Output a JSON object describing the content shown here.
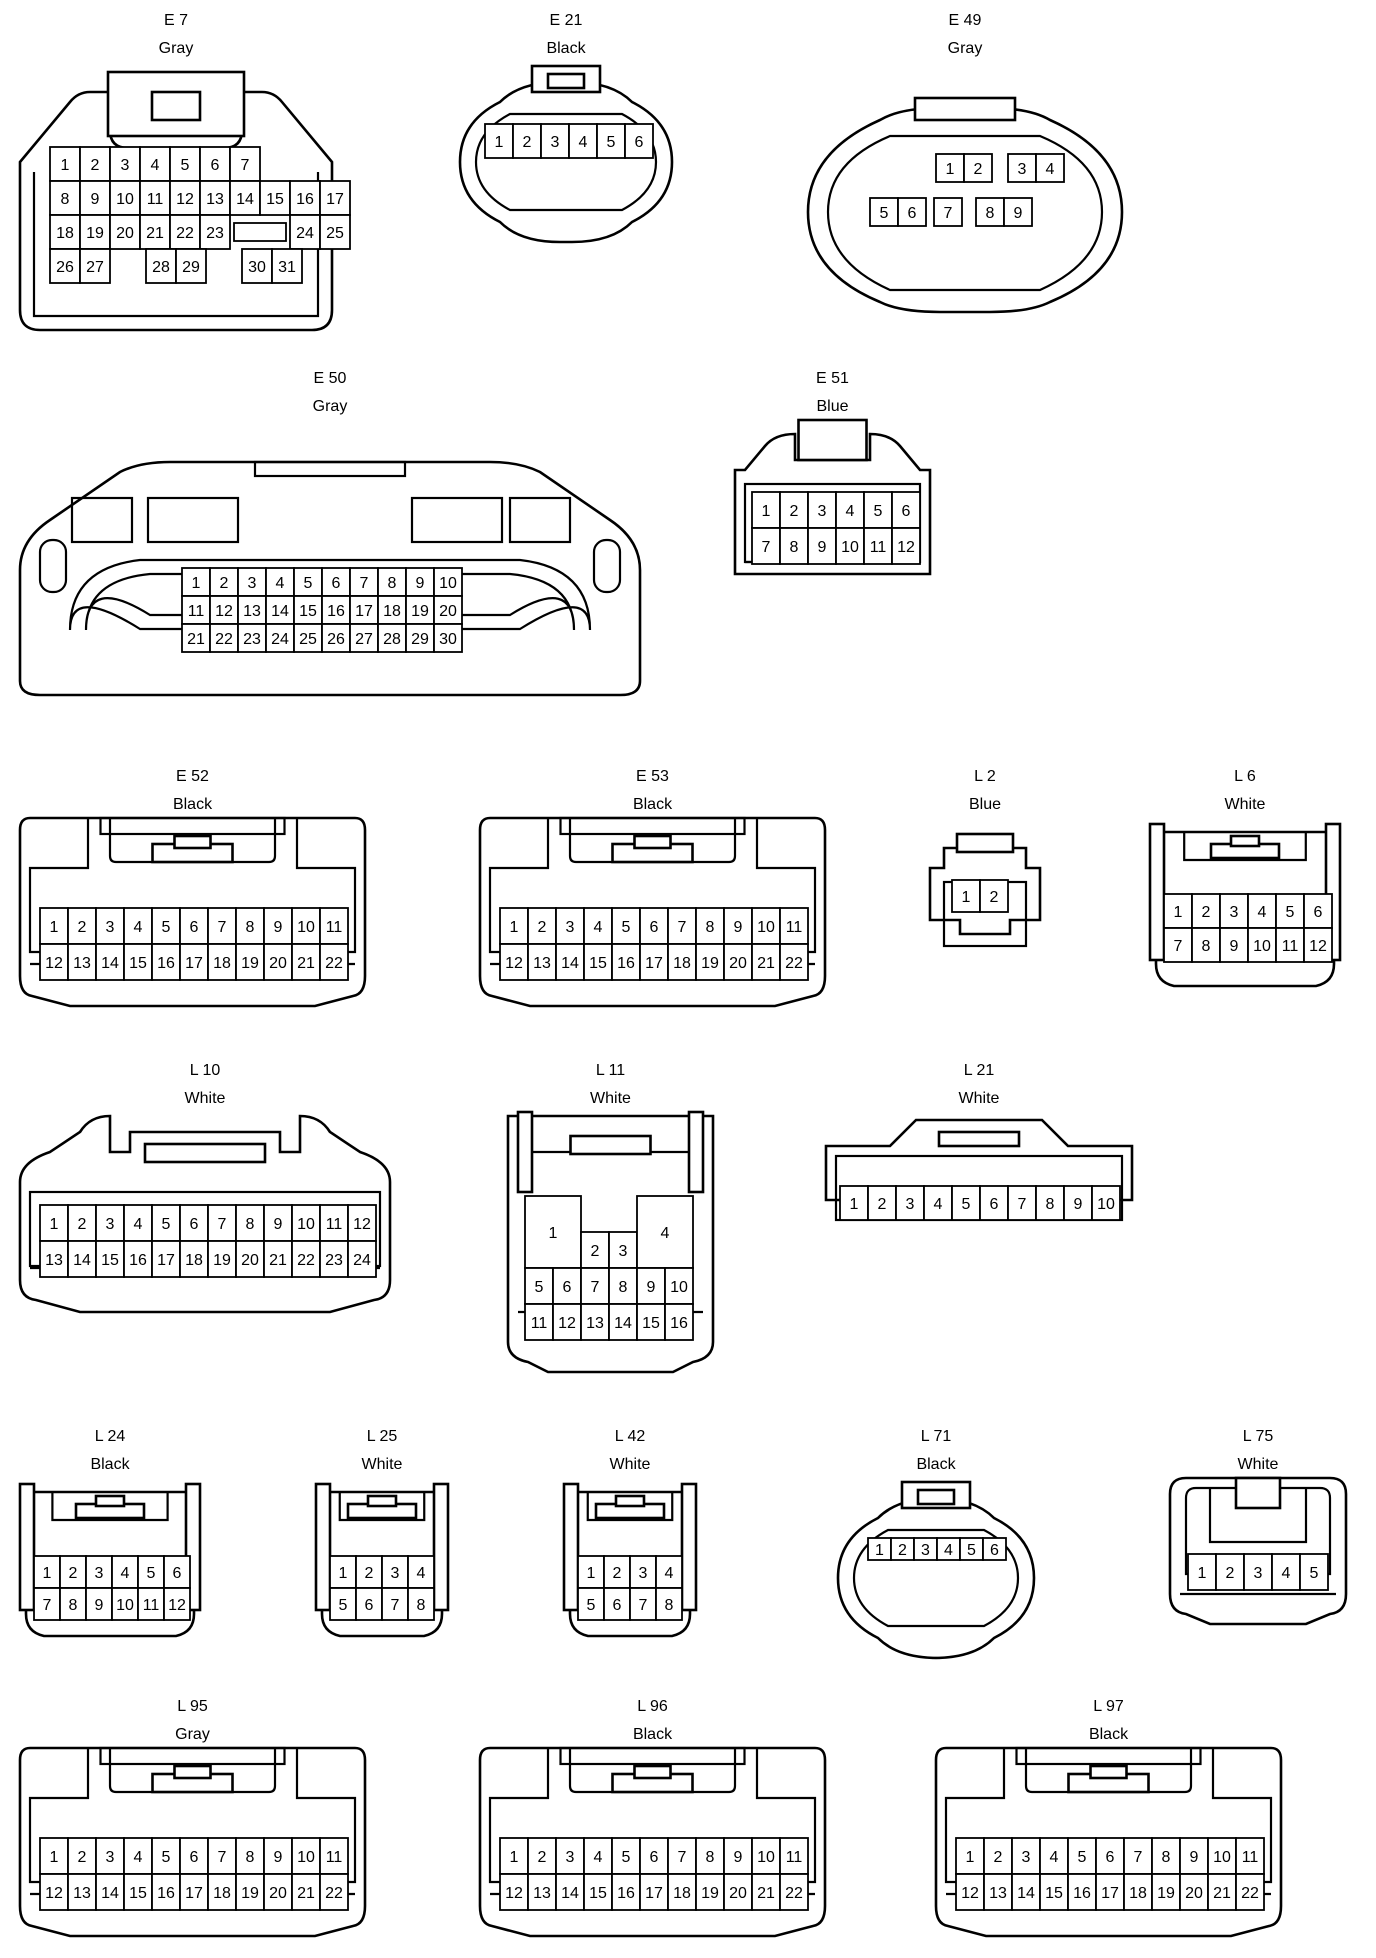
{
  "connectors": [
    {
      "id": "e7",
      "code": "E 7",
      "color": "Gray",
      "shape": "latch-large",
      "rows": [
        [
          "1",
          "2",
          "3",
          "4",
          "5",
          "6",
          "7"
        ],
        [
          "8",
          "9",
          "10",
          "11",
          "12",
          "13",
          "14",
          "15",
          "16",
          "17"
        ],
        [
          "18",
          "19",
          "20",
          "21",
          "22",
          "23",
          "",
          "24",
          "25"
        ],
        [
          "26",
          "27",
          "",
          "28",
          "29",
          "",
          "30",
          "31"
        ]
      ]
    },
    {
      "id": "e21",
      "code": "E 21",
      "color": "Black",
      "shape": "round",
      "rows": [
        [
          "1",
          "2",
          "3",
          "4",
          "5",
          "6"
        ]
      ]
    },
    {
      "id": "e49",
      "code": "E 49",
      "color": "Gray",
      "shape": "oval",
      "rows": [
        [
          "1",
          "2",
          "3",
          "4"
        ],
        [
          "5",
          "6",
          "7",
          "8",
          "9"
        ]
      ]
    },
    {
      "id": "e50",
      "code": "E 50",
      "color": "Gray",
      "shape": "ecu",
      "rows": [
        [
          "1",
          "2",
          "3",
          "4",
          "5",
          "6",
          "7",
          "8",
          "9",
          "10"
        ],
        [
          "11",
          "12",
          "13",
          "14",
          "15",
          "16",
          "17",
          "18",
          "19",
          "20"
        ],
        [
          "21",
          "22",
          "23",
          "24",
          "25",
          "26",
          "27",
          "28",
          "29",
          "30"
        ]
      ]
    },
    {
      "id": "e51",
      "code": "E 51",
      "color": "Blue",
      "shape": "small-latch",
      "rows": [
        [
          "1",
          "2",
          "3",
          "4",
          "5",
          "6"
        ],
        [
          "7",
          "8",
          "9",
          "10",
          "11",
          "12"
        ]
      ]
    },
    {
      "id": "e52",
      "code": "E 52",
      "color": "Black",
      "shape": "rect-latch",
      "rows": [
        [
          "1",
          "2",
          "3",
          "4",
          "5",
          "6",
          "7",
          "8",
          "9",
          "10",
          "11"
        ],
        [
          "12",
          "13",
          "14",
          "15",
          "16",
          "17",
          "18",
          "19",
          "20",
          "21",
          "22"
        ]
      ]
    },
    {
      "id": "e53",
      "code": "E 53",
      "color": "Black",
      "shape": "rect-latch",
      "rows": [
        [
          "1",
          "2",
          "3",
          "4",
          "5",
          "6",
          "7",
          "8",
          "9",
          "10",
          "11"
        ],
        [
          "12",
          "13",
          "14",
          "15",
          "16",
          "17",
          "18",
          "19",
          "20",
          "21",
          "22"
        ]
      ]
    },
    {
      "id": "l2",
      "code": "L 2",
      "color": "Blue",
      "shape": "tiny",
      "rows": [
        [
          "1",
          "2"
        ]
      ]
    },
    {
      "id": "l6",
      "code": "L 6",
      "color": "White",
      "shape": "posts",
      "rows": [
        [
          "1",
          "2",
          "3",
          "4",
          "5",
          "6"
        ],
        [
          "7",
          "8",
          "9",
          "10",
          "11",
          "12"
        ]
      ]
    },
    {
      "id": "l10",
      "code": "L 10",
      "color": "White",
      "shape": "wing",
      "rows": [
        [
          "1",
          "2",
          "3",
          "4",
          "5",
          "6",
          "7",
          "8",
          "9",
          "10",
          "11",
          "12"
        ],
        [
          "13",
          "14",
          "15",
          "16",
          "17",
          "18",
          "19",
          "20",
          "21",
          "22",
          "23",
          "24"
        ]
      ]
    },
    {
      "id": "l11",
      "code": "L 11",
      "color": "White",
      "shape": "tall",
      "rows": [
        [
          "1",
          "2",
          "3",
          "4"
        ],
        [
          "5",
          "6",
          "7",
          "8",
          "9",
          "10"
        ],
        [
          "11",
          "12",
          "13",
          "14",
          "15",
          "16"
        ]
      ]
    },
    {
      "id": "l21",
      "code": "L 21",
      "color": "White",
      "shape": "slim",
      "rows": [
        [
          "1",
          "2",
          "3",
          "4",
          "5",
          "6",
          "7",
          "8",
          "9",
          "10"
        ]
      ]
    },
    {
      "id": "l24",
      "code": "L 24",
      "color": "Black",
      "shape": "posts",
      "rows": [
        [
          "1",
          "2",
          "3",
          "4",
          "5",
          "6"
        ],
        [
          "7",
          "8",
          "9",
          "10",
          "11",
          "12"
        ]
      ]
    },
    {
      "id": "l25",
      "code": "L 25",
      "color": "White",
      "shape": "posts",
      "rows": [
        [
          "1",
          "2",
          "3",
          "4"
        ],
        [
          "5",
          "6",
          "7",
          "8"
        ]
      ]
    },
    {
      "id": "l42",
      "code": "L 42",
      "color": "White",
      "shape": "posts",
      "rows": [
        [
          "1",
          "2",
          "3",
          "4"
        ],
        [
          "5",
          "6",
          "7",
          "8"
        ]
      ]
    },
    {
      "id": "l71",
      "code": "L 71",
      "color": "Black",
      "shape": "round",
      "rows": [
        [
          "1",
          "2",
          "3",
          "4",
          "5",
          "6"
        ]
      ]
    },
    {
      "id": "l75",
      "code": "L 75",
      "color": "White",
      "shape": "box",
      "rows": [
        [
          "1",
          "2",
          "3",
          "4",
          "5"
        ]
      ]
    },
    {
      "id": "l95",
      "code": "L 95",
      "color": "Gray",
      "shape": "rect-latch",
      "rows": [
        [
          "1",
          "2",
          "3",
          "4",
          "5",
          "6",
          "7",
          "8",
          "9",
          "10",
          "11"
        ],
        [
          "12",
          "13",
          "14",
          "15",
          "16",
          "17",
          "18",
          "19",
          "20",
          "21",
          "22"
        ]
      ]
    },
    {
      "id": "l96",
      "code": "L 96",
      "color": "Black",
      "shape": "rect-latch",
      "rows": [
        [
          "1",
          "2",
          "3",
          "4",
          "5",
          "6",
          "7",
          "8",
          "9",
          "10",
          "11"
        ],
        [
          "12",
          "13",
          "14",
          "15",
          "16",
          "17",
          "18",
          "19",
          "20",
          "21",
          "22"
        ]
      ]
    },
    {
      "id": "l97",
      "code": "L 97",
      "color": "Black",
      "shape": "rect-latch",
      "rows": [
        [
          "1",
          "2",
          "3",
          "4",
          "5",
          "6",
          "7",
          "8",
          "9",
          "10",
          "11"
        ],
        [
          "12",
          "13",
          "14",
          "15",
          "16",
          "17",
          "18",
          "19",
          "20",
          "21",
          "22"
        ]
      ]
    }
  ]
}
